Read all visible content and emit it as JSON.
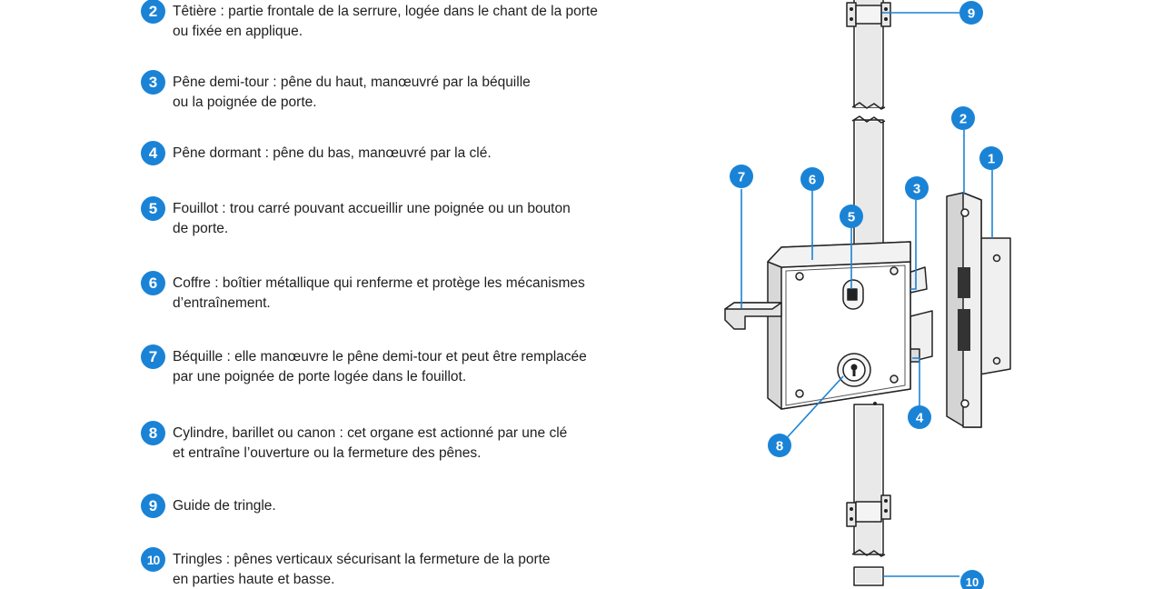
{
  "accent_color": "#1a83d6",
  "legend": [
    {
      "num": "2",
      "text": "Têtière : partie frontale de la serrure, logée dans le chant de la porte\nou fixée en applique."
    },
    {
      "num": "3",
      "text": "Pêne demi-tour : pêne du haut, manœuvré par la béquille\nou la poignée de porte."
    },
    {
      "num": "4",
      "text": "Pêne dormant : pêne du bas, manœuvré par la clé."
    },
    {
      "num": "5",
      "text": "Fouillot : trou carré pouvant accueillir une poignée ou un bouton\nde porte."
    },
    {
      "num": "6",
      "text": "Coffre : boîtier métallique qui renferme et protège les mécanismes\nd’entraînement."
    },
    {
      "num": "7",
      "text": "Béquille : elle manœuvre le pêne demi-tour et peut être remplacée\npar une poignée de porte logée dans le fouillot."
    },
    {
      "num": "8",
      "text": "Cylindre, barillet ou canon : cet organe est actionné par une clé\net entraîne l’ouverture ou la fermeture des pênes."
    },
    {
      "num": "9",
      "text": "Guide de tringle."
    },
    {
      "num": "10",
      "text": "Tringles : pênes verticaux sécurisant la fermeture de la porte\nen parties haute et basse."
    }
  ],
  "callouts": [
    "1",
    "2",
    "3",
    "4",
    "5",
    "6",
    "7",
    "8",
    "9",
    "10"
  ]
}
